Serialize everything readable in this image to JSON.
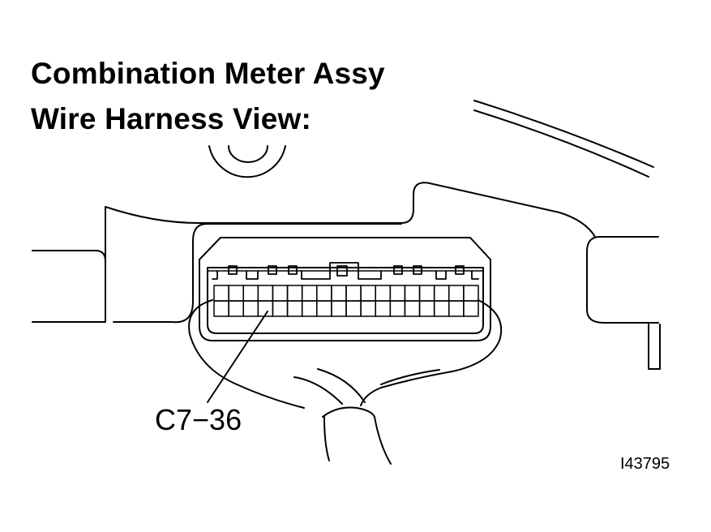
{
  "title": {
    "line1": "Combination Meter Assy",
    "line2": "Wire Harness View:"
  },
  "callout_label": "C7−36",
  "figure_id": "I43795",
  "connector": {
    "pin_rows": 2,
    "pins_per_row": 18
  }
}
